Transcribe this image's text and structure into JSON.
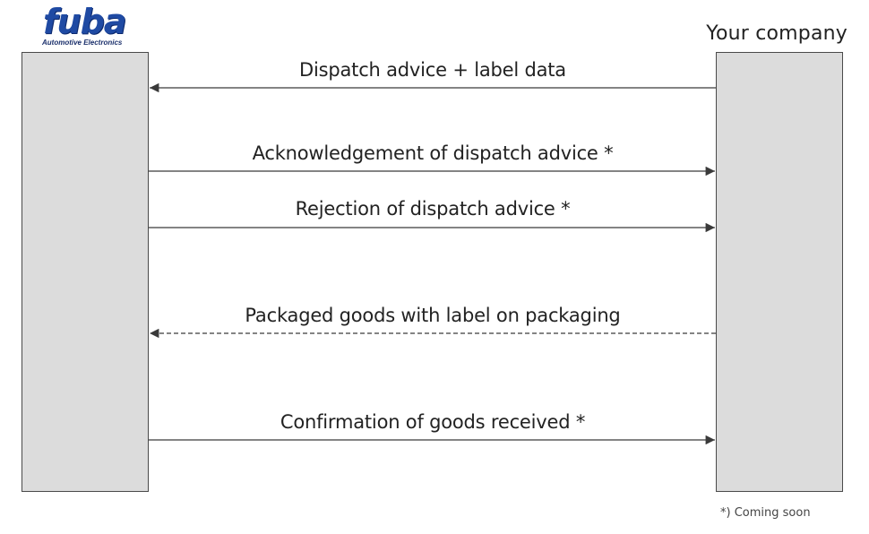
{
  "logo": {
    "wordmark": "fuba",
    "tagline": "Automotive Electronics",
    "color": "#1f4aa3"
  },
  "participants": {
    "right": "Your company"
  },
  "messages": [
    {
      "label": "Dispatch advice + label data",
      "direction": "to-left",
      "style": "solid"
    },
    {
      "label": "Acknowledgement of dispatch advice *",
      "direction": "to-right",
      "style": "solid"
    },
    {
      "label": "Rejection of dispatch advice *",
      "direction": "to-right",
      "style": "solid"
    },
    {
      "label": "Packaged goods with label on packaging",
      "direction": "to-left",
      "style": "dashed"
    },
    {
      "label": "Confirmation of goods received *",
      "direction": "to-right",
      "style": "solid"
    }
  ],
  "footnote": "*) Coming soon"
}
